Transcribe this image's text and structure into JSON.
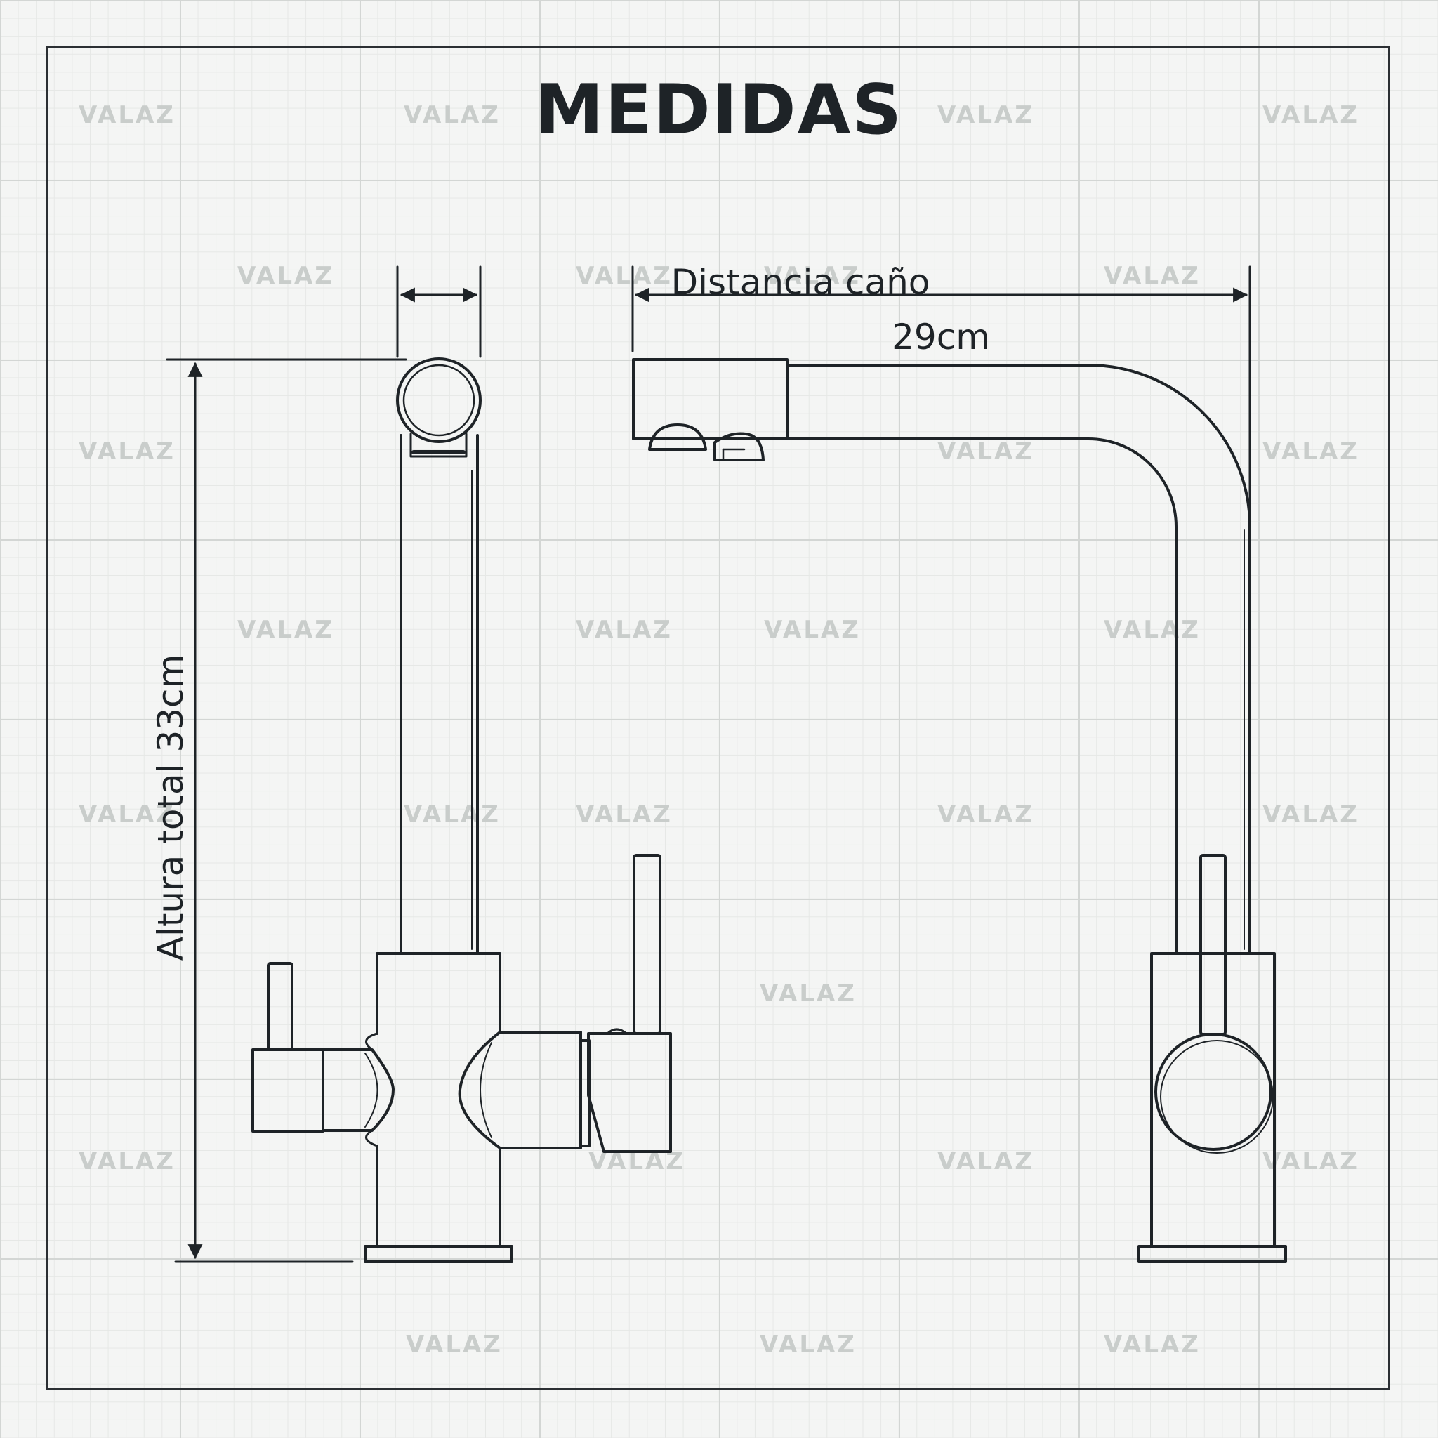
{
  "title": "MEDIDAS",
  "watermark": "VALAZ",
  "dimensions": {
    "spout_reach_label": "Distancia caño",
    "spout_reach_value": "29cm",
    "total_height_label": "Altura total 33cm"
  },
  "colors": {
    "line": "#1e2327",
    "grid": "#d3d6d4",
    "watermark": "#c9cdcb",
    "background": "#f4f5f4"
  }
}
